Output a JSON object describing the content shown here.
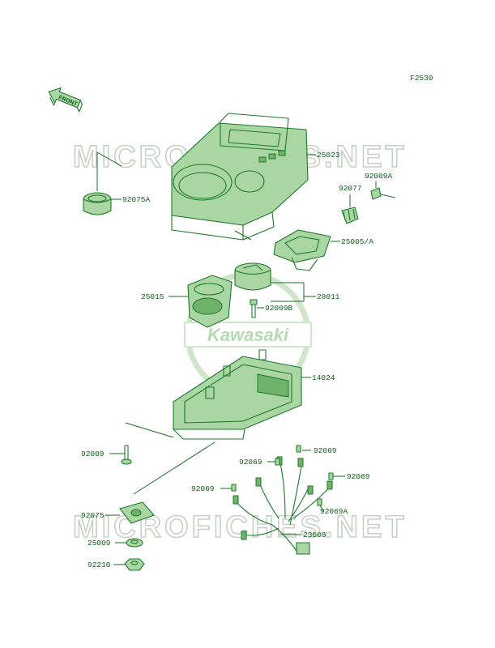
{
  "diagram_code": "F2530",
  "front_label": "FRONT",
  "watermark_text": "MICROFICHES.NET",
  "brand_logo_text": "Kawasaki",
  "colors": {
    "ink": "#1e7a2a",
    "fill": "#a9d6a2",
    "watermark": "#c9cfc9"
  },
  "parts": [
    {
      "id": "p25023",
      "label": "25023"
    },
    {
      "id": "p92009A",
      "label": "92009A"
    },
    {
      "id": "p92077",
      "label": "92077"
    },
    {
      "id": "p92075A",
      "label": "92075A"
    },
    {
      "id": "p25005A",
      "label": "25005/A"
    },
    {
      "id": "p25015",
      "label": "25015"
    },
    {
      "id": "p28011",
      "label": "28011"
    },
    {
      "id": "p92009B",
      "label": "92009B"
    },
    {
      "id": "p14024",
      "label": "14024"
    },
    {
      "id": "p92009",
      "label": "92009"
    },
    {
      "id": "p92069a",
      "label": "92069"
    },
    {
      "id": "p92069b",
      "label": "92069"
    },
    {
      "id": "p92069c",
      "label": "92069"
    },
    {
      "id": "p92069d",
      "label": "92069"
    },
    {
      "id": "p92069A",
      "label": "92069A"
    },
    {
      "id": "p92075",
      "label": "92075"
    },
    {
      "id": "p23008",
      "label": "23008"
    },
    {
      "id": "p25009",
      "label": "25009"
    },
    {
      "id": "p92210",
      "label": "92210"
    }
  ]
}
